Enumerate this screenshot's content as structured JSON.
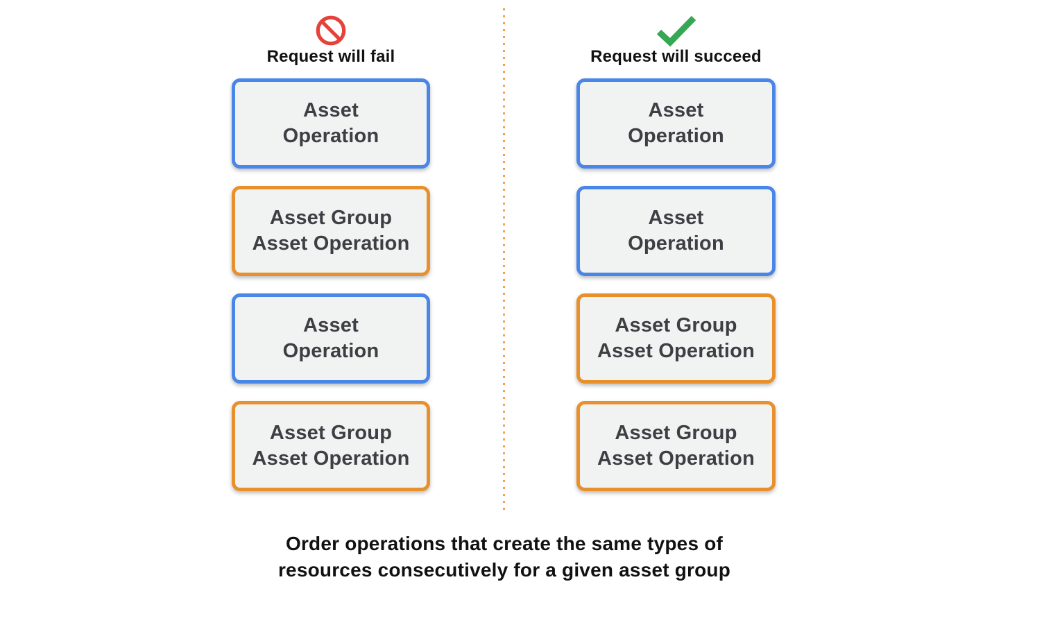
{
  "colors": {
    "page_bg": "#ffffff",
    "blue": "#4A86E8",
    "orange": "#E8902B",
    "red": "#E4423A",
    "green": "#34A853",
    "box_fill": "#F1F2F2",
    "box_text": "#3C4043",
    "divider": "#F0A14F",
    "heading_text": "#111111"
  },
  "columns": [
    {
      "id": "fail",
      "icon": "prohibition-icon",
      "heading": "Request will fail",
      "boxes": [
        {
          "type": "blue",
          "lines": [
            "Asset",
            "Operation"
          ]
        },
        {
          "type": "orange",
          "lines": [
            "Asset Group",
            "Asset Operation"
          ]
        },
        {
          "type": "blue",
          "lines": [
            "Asset",
            "Operation"
          ]
        },
        {
          "type": "orange",
          "lines": [
            "Asset Group",
            "Asset Operation"
          ]
        }
      ]
    },
    {
      "id": "succeed",
      "icon": "checkmark-icon",
      "heading": "Request will succeed",
      "boxes": [
        {
          "type": "blue",
          "lines": [
            "Asset",
            "Operation"
          ]
        },
        {
          "type": "blue",
          "lines": [
            "Asset",
            "Operation"
          ]
        },
        {
          "type": "orange",
          "lines": [
            "Asset Group",
            "Asset Operation"
          ]
        },
        {
          "type": "orange",
          "lines": [
            "Asset Group",
            "Asset Operation"
          ]
        }
      ]
    }
  ],
  "caption_lines": [
    "Order operations that create the same types of",
    "resources consecutively for a given asset group"
  ]
}
